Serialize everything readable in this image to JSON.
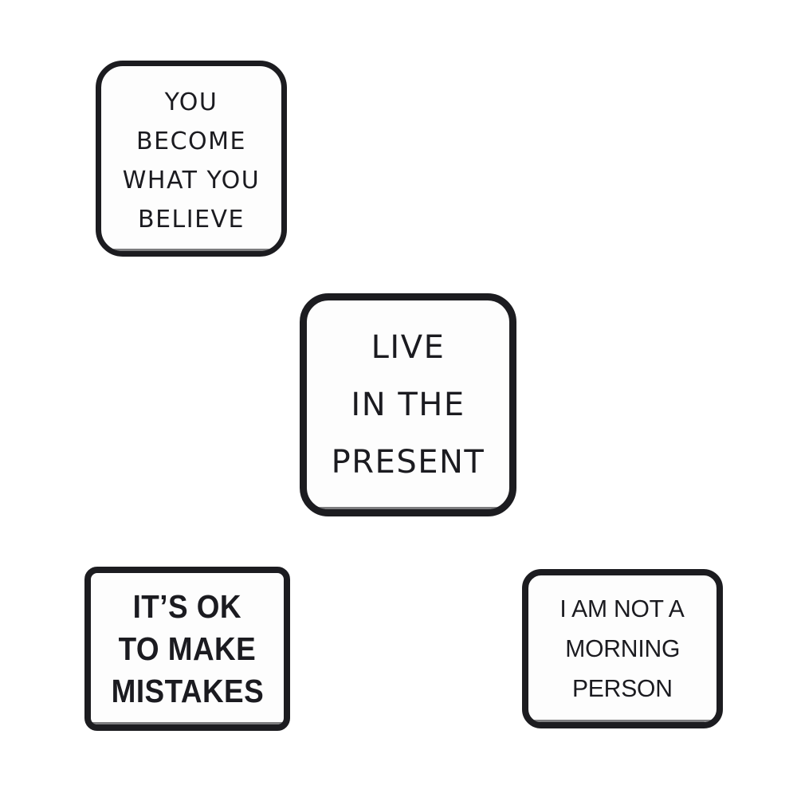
{
  "scene": {
    "background_color": "#ffffff",
    "description": "Set of four black-and-white enamel quote pins on a white background"
  },
  "pins": [
    {
      "id": "pin-believe",
      "name": "you-become-what-you-believe-pin",
      "shape": "rounded-square",
      "border_color": "#1c1c20",
      "face_color": "#fdfdfd",
      "text_color": "#1b1b20",
      "lines": [
        "YOU",
        "BECOME",
        "WHAT YOU",
        "BELIEVE"
      ],
      "full_text": "YOU BECOME WHAT YOU BELIEVE"
    },
    {
      "id": "pin-present",
      "name": "live-in-the-present-pin",
      "shape": "rounded-square",
      "border_color": "#1c1c20",
      "face_color": "#fdfdfd",
      "text_color": "#1b1b20",
      "lines": [
        "LIVE",
        "IN THE",
        "PRESENT"
      ],
      "full_text": "LIVE IN THE PRESENT"
    },
    {
      "id": "pin-mistakes",
      "name": "its-ok-to-make-mistakes-pin",
      "shape": "rounded-rectangle",
      "border_color": "#1c1c20",
      "face_color": "#fdfdfd",
      "text_color": "#1b1b20",
      "lines": [
        "IT’S OK",
        "TO MAKE",
        "MISTAKES"
      ],
      "full_text": "IT’S OK TO MAKE MISTAKES"
    },
    {
      "id": "pin-morning",
      "name": "i-am-not-a-morning-person-pin",
      "shape": "rounded-rectangle",
      "border_color": "#1c1c20",
      "face_color": "#fdfdfd",
      "text_color": "#1b1b20",
      "lines": [
        "I AM NOT A",
        "MORNING",
        "PERSON"
      ],
      "full_text": "I AM NOT A MORNING PERSON"
    }
  ]
}
